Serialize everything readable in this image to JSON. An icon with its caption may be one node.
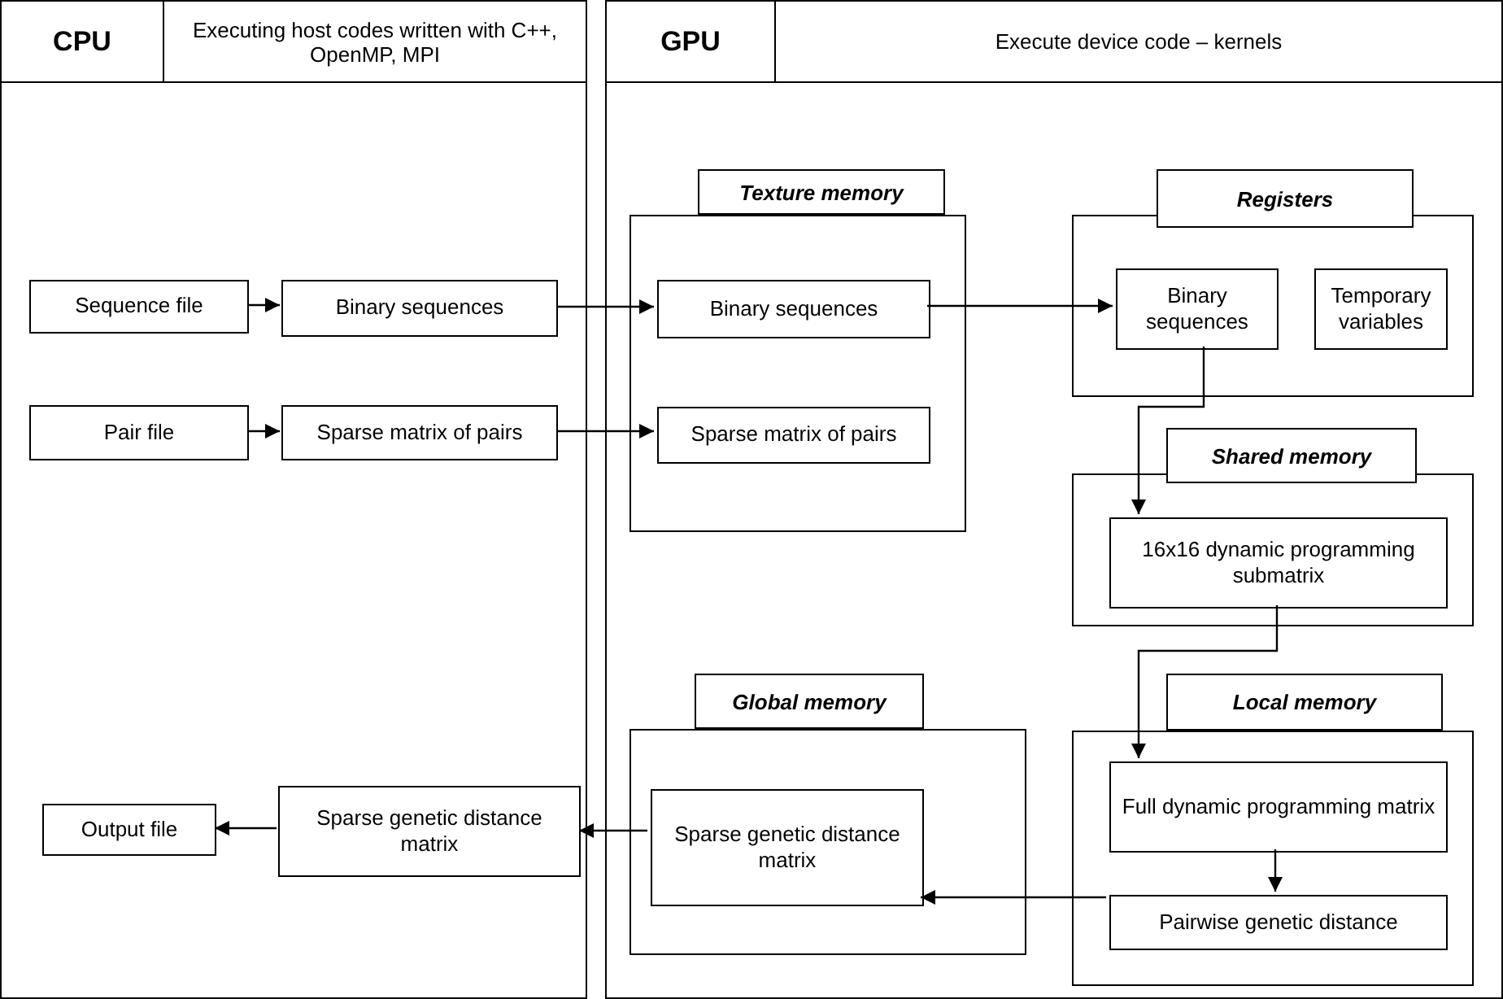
{
  "diagram": {
    "nodes": [
      {
        "text": [
          "CPU",
          "Executing host codes written with C++, OpenMP, MPI"
        ]
      },
      {
        "text": [
          "GPU",
          "Execute device code – kernels"
        ]
      },
      {
        "text": [
          "Sequence file"
        ],
        "in": 0
      },
      {
        "text": [
          "Binary sequences"
        ],
        "in": 0
      },
      {
        "text": [
          "Pair file"
        ],
        "in": 0
      },
      {
        "text": [
          "Sparse matrix of pairs"
        ],
        "in": 0
      },
      {
        "text": [
          "Output file"
        ],
        "in": 0
      },
      {
        "text": [
          "Sparse genetic distance matrix"
        ],
        "in": 0
      },
      {
        "text": [
          "Texture memory"
        ],
        "in": 1
      },
      {
        "text": [],
        "shape": "box",
        "in": 1
      },
      {
        "text": [
          "Binary sequences"
        ],
        "in": 9
      },
      {
        "text": [
          "Sparse matrix of pairs"
        ],
        "in": 9
      },
      {
        "text": [
          "Registers"
        ],
        "in": 1
      },
      {
        "text": [],
        "shape": "box",
        "in": 1
      },
      {
        "text": [
          "Binary sequences"
        ],
        "in": 13
      },
      {
        "text": [
          "Temporary variables"
        ],
        "in": 13
      },
      {
        "text": [
          "Shared memory"
        ],
        "in": 1
      },
      {
        "text": [],
        "shape": "box",
        "in": 1
      },
      {
        "text": [
          "16x16 dynamic programming submatrix"
        ],
        "in": 17
      },
      {
        "text": [
          "Global memory"
        ],
        "in": 1
      },
      {
        "text": [],
        "shape": "box",
        "in": 1
      },
      {
        "text": [
          "Sparse genetic distance matrix"
        ],
        "in": 20
      },
      {
        "text": [
          "Local memory"
        ],
        "in": 1
      },
      {
        "text": [],
        "shape": "box",
        "in": 1
      },
      {
        "text": [
          "Full dynamic programming matrix"
        ],
        "in": 23
      },
      {
        "text": [
          "Pairwise genetic distance"
        ],
        "in": 23
      }
    ],
    "edges": [
      {
        "from": 2,
        "to": 3,
        "arrow": "to"
      },
      {
        "from": 3,
        "to": 10,
        "arrow": "to"
      },
      {
        "from": 10,
        "to": 14,
        "arrow": "to"
      },
      {
        "from": 4,
        "to": 5,
        "arrow": "to"
      },
      {
        "from": 5,
        "to": 11,
        "arrow": "to"
      },
      {
        "from": 14,
        "to": 18,
        "arrow": "to"
      },
      {
        "from": 18,
        "to": 24,
        "arrow": "to"
      },
      {
        "from": 24,
        "to": 25,
        "arrow": "to"
      },
      {
        "from": 25,
        "to": 21,
        "arrow": "to"
      },
      {
        "from": 21,
        "to": 7,
        "arrow": "to"
      },
      {
        "from": 7,
        "to": 6,
        "arrow": "to"
      }
    ]
  }
}
